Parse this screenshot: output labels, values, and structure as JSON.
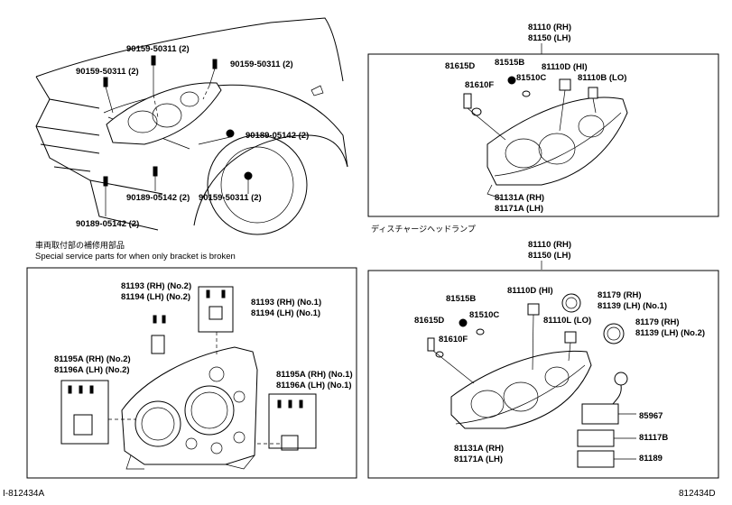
{
  "header": {
    "rh_lh_top_1": "81110 (RH)",
    "rh_lh_top_2": "81150 (LH)",
    "discharge_title": "ディスチャージヘッドランプ",
    "rh_lh_mid_1": "81110 (RH)",
    "rh_lh_mid_2": "81150 (LH)"
  },
  "vehicle_labels": [
    "90159-50311 (2)",
    "90159-50311 (2)",
    "90159-50311 (2)",
    "90189-05142 (2)",
    "90189-05142 (2)",
    "90159-50311 (2)",
    "90189-05142 (2)"
  ],
  "special_note": {
    "jp": "車両取付部の補修用部品",
    "en": "Special service parts for when only bracket is broken"
  },
  "bracket_labels": [
    "81193 (RH) (No.2)",
    "81194 (LH) (No.2)",
    "81193 (RH) (No.1)",
    "81194 (LH) (No.1)",
    "81195A (RH) (No.2)",
    "81196A (LH) (No.2)",
    "81195A (RH) (No.1)",
    "81196A (LH) (No.1)"
  ],
  "halogen_labels": [
    "81615D",
    "81515B",
    "81110D (HI)",
    "81610F",
    "81510C",
    "81110B (LO)",
    "81131A (RH)",
    "81171A (LH)"
  ],
  "discharge_labels": [
    "81515B",
    "81110D (HI)",
    "81179 (RH)",
    "81139 (LH) (No.1)",
    "81615D",
    "81510C",
    "81110L (LO)",
    "81179 (RH)",
    "81139 (LH) (No.2)",
    "81610F",
    "85967",
    "81131A (RH)",
    "81171A (LH)",
    "81117B",
    "81189"
  ],
  "footer": {
    "left_code": "I-812434A",
    "right_code": "812434D"
  }
}
